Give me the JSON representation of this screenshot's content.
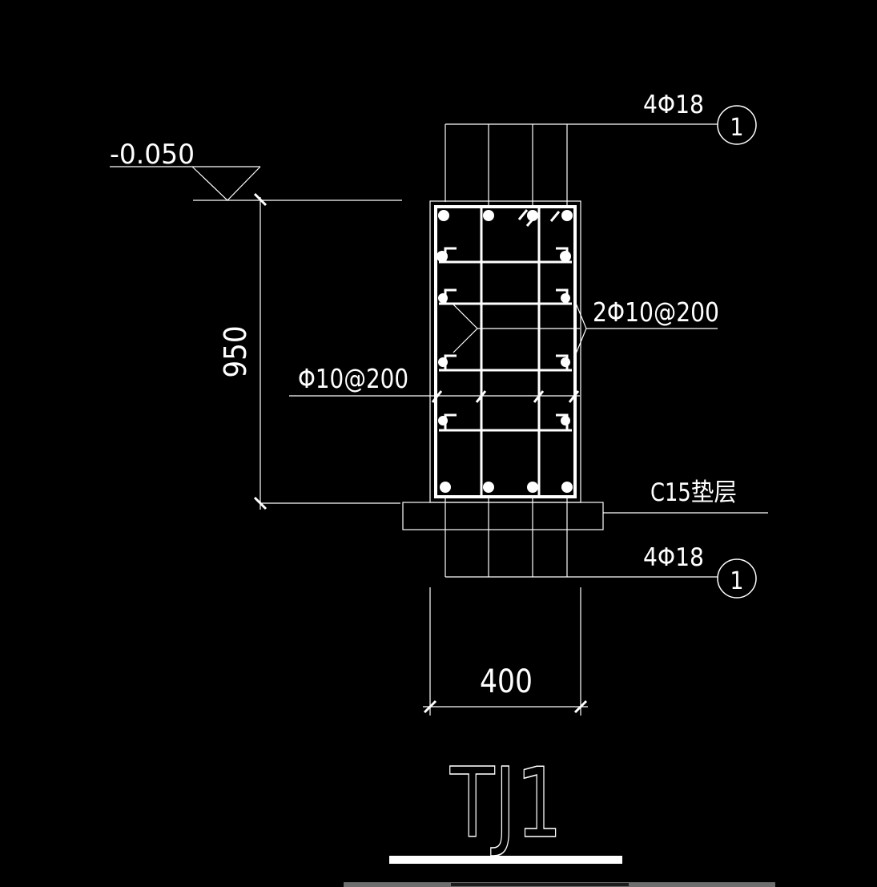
{
  "drawing": {
    "elevation_label": "-0.050",
    "height_dim": "950",
    "width_dim": "400",
    "top_bars": "4Φ18",
    "bottom_bars": "4Φ18",
    "section_ref_top": "1",
    "section_ref_bottom": "1",
    "stirrup_label": "Φ10@200",
    "tie_label": "2Φ10@200",
    "cushion_label": "C15垫层",
    "title": "TJ1"
  },
  "colors": {
    "background": "#000000",
    "line": "#ffffff"
  }
}
